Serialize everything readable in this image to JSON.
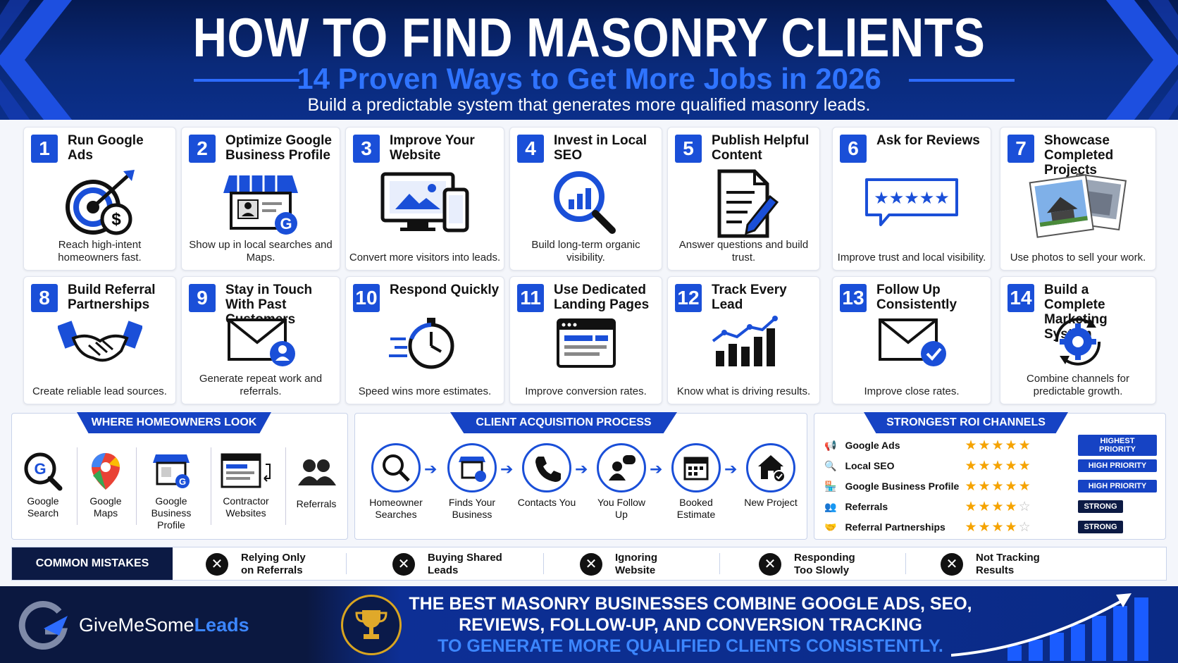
{
  "header": {
    "title": "HOW TO FIND MASONRY CLIENTS",
    "subtitle": "14 Proven Ways to Get More Jobs in 2026",
    "tagline": "Build a predictable system that generates more qualified masonry leads."
  },
  "cards": [
    {
      "num": "1",
      "title": "Run Google Ads",
      "desc": "Reach high-intent homeowners fast.",
      "icon": "target-dollar-icon"
    },
    {
      "num": "2",
      "title": "Optimize Google Business Profile",
      "desc": "Show up in local searches and Maps.",
      "icon": "storefront-icon"
    },
    {
      "num": "3",
      "title": "Improve Your Website",
      "desc": "Convert more visitors into leads.",
      "icon": "desktop-phone-icon"
    },
    {
      "num": "4",
      "title": "Invest in Local SEO",
      "desc": "Build long-term organic visibility.",
      "icon": "magnifier-chart-icon"
    },
    {
      "num": "5",
      "title": "Publish Helpful Content",
      "desc": "Answer questions and build trust.",
      "icon": "document-pencil-icon"
    },
    {
      "num": "6",
      "title": "Ask for Reviews",
      "desc": "Improve trust and local visibility.",
      "icon": "review-stars-icon"
    },
    {
      "num": "7",
      "title": "Showcase Completed Projects",
      "desc": "Use photos to sell your work.",
      "icon": "photos-icon"
    },
    {
      "num": "8",
      "title": "Build Referral Partnerships",
      "desc": "Create reliable lead sources.",
      "icon": "handshake-icon"
    },
    {
      "num": "9",
      "title": "Stay in Touch With Past Customers",
      "desc": "Generate repeat work and referrals.",
      "icon": "envelope-user-icon"
    },
    {
      "num": "10",
      "title": "Respond Quickly",
      "desc": "Speed wins more estimates.",
      "icon": "stopwatch-icon"
    },
    {
      "num": "11",
      "title": "Use Dedicated Landing Pages",
      "desc": "Improve conversion rates.",
      "icon": "landing-page-icon"
    },
    {
      "num": "12",
      "title": "Track Every Lead",
      "desc": "Know what is driving results.",
      "icon": "growth-chart-icon"
    },
    {
      "num": "13",
      "title": "Follow Up Consistently",
      "desc": "Improve close rates.",
      "icon": "envelope-check-icon"
    },
    {
      "num": "14",
      "title": "Build a Complete Marketing System",
      "desc": "Combine channels for predictable growth.",
      "icon": "gear-cycle-icon"
    }
  ],
  "where": {
    "title": "WHERE HOMEOWNERS LOOK",
    "items": [
      "Google Search",
      "Google Maps",
      "Google Business Profile",
      "Contractor Websites",
      "Referrals"
    ]
  },
  "process": {
    "title": "CLIENT ACQUISITION PROCESS",
    "steps": [
      "Homeowner Searches",
      "Finds Your Business",
      "Contacts You",
      "You Follow Up",
      "Booked Estimate",
      "New Project"
    ]
  },
  "roi": {
    "title": "STRONGEST ROI CHANNELS",
    "rows": [
      {
        "name": "Google Ads",
        "stars": 5,
        "badge": "HIGHEST PRIORITY"
      },
      {
        "name": "Local SEO",
        "stars": 5,
        "badge": "HIGH PRIORITY"
      },
      {
        "name": "Google Business Profile",
        "stars": 5,
        "badge": "HIGH PRIORITY"
      },
      {
        "name": "Referrals",
        "stars": 4,
        "badge": "STRONG"
      },
      {
        "name": "Referral Partnerships",
        "stars": 4,
        "badge": "STRONG"
      }
    ]
  },
  "mistakes": {
    "label": "COMMON MISTAKES",
    "items": [
      "Relying Only on Referrals",
      "Buying Shared Leads",
      "Ignoring Website",
      "Responding Too Slowly",
      "Not Tracking Results"
    ]
  },
  "footer": {
    "brand_a": "GiveMeSome",
    "brand_b": "Leads",
    "line1": "THE BEST MASONRY BUSINESSES COMBINE GOOGLE ADS, SEO,",
    "line2": "REVIEWS, FOLLOW-UP, AND CONVERSION TRACKING",
    "line3": "TO GENERATE MORE QUALIFIED CLIENTS CONSISTENTLY."
  },
  "colors": {
    "brand_blue": "#1a4fd8",
    "navy": "#0c1a44",
    "star": "#f5a300"
  }
}
